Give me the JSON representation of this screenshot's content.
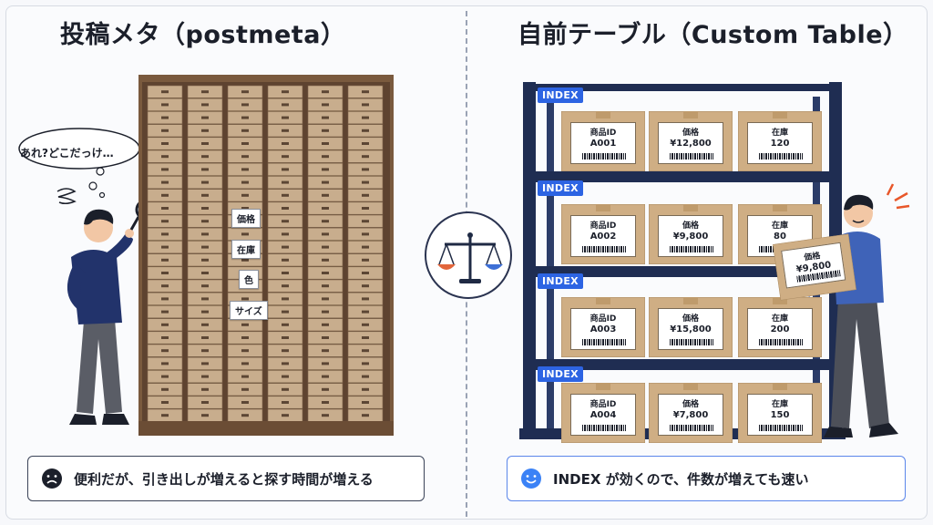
{
  "left": {
    "title": "投稿メタ（postmeta）",
    "thought": "あれ?どこだっけ…",
    "drawer_labels": [
      "価格",
      "在庫",
      "色",
      "サイズ"
    ],
    "caption": "便利だが、引き出しが増えると探す時間が増える"
  },
  "right": {
    "title": "自前テーブル（Custom Table）",
    "index_label": "INDEX",
    "rows": [
      [
        {
          "k": "商品ID",
          "v": "A001"
        },
        {
          "k": "価格",
          "v": "¥12,800"
        },
        {
          "k": "在庫",
          "v": "120"
        }
      ],
      [
        {
          "k": "商品ID",
          "v": "A002"
        },
        {
          "k": "価格",
          "v": "¥9,800"
        },
        {
          "k": "在庫",
          "v": "80"
        }
      ],
      [
        {
          "k": "商品ID",
          "v": "A003"
        },
        {
          "k": "価格",
          "v": "¥15,800"
        },
        {
          "k": "在庫",
          "v": "200"
        }
      ],
      [
        {
          "k": "商品ID",
          "v": "A004"
        },
        {
          "k": "価格",
          "v": "¥7,800"
        },
        {
          "k": "在庫",
          "v": "150"
        }
      ]
    ],
    "carried_box": {
      "k": "価格",
      "v": "¥9,800"
    },
    "caption": "INDEX が効くので、件数が増えても速い"
  },
  "colors": {
    "accent_blue": "#2d64e3",
    "rack_navy": "#1f2d52",
    "box_brown": "#cfae84",
    "cabinet_wood": "#7a5a3e",
    "sad_face": "#1b1f2a",
    "happy_face": "#3b82f6"
  }
}
